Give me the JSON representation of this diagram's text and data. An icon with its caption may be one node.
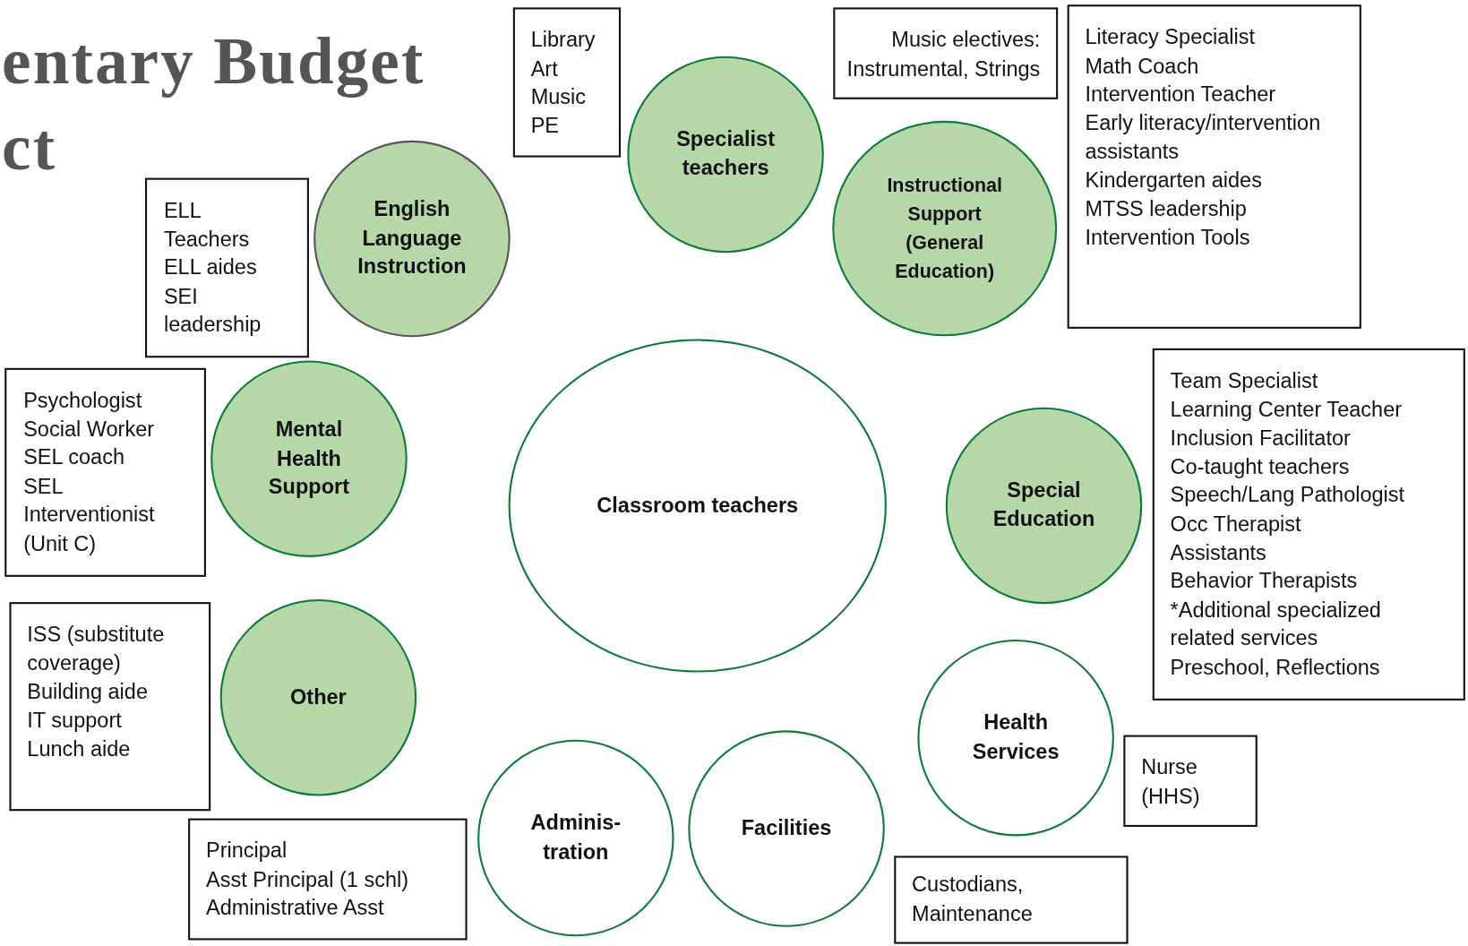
{
  "diagram": {
    "title": "entary Budget ct",
    "nodes": [
      {
        "text": [
          "Library",
          "Art",
          "Music",
          "PE"
        ]
      },
      {
        "text": [
          "Music electives: Instrumental, Strings"
        ]
      },
      {
        "text": [
          "Literacy Specialist",
          "Math Coach",
          "Intervention Teacher",
          "Early literacy/intervention assistants",
          "Kindergarten aides",
          "MTSS leadership",
          "Intervention Tools"
        ]
      },
      {
        "text": [
          "Specialist teachers"
        ]
      },
      {
        "text": [
          "English Language Instruction"
        ]
      },
      {
        "text": [
          "Instructional Support (General Education)"
        ]
      },
      {
        "text": [
          "ELL Teachers",
          "ELL aides",
          "SEI leadership"
        ]
      },
      {
        "text": [
          "Mental Health Support"
        ]
      },
      {
        "text": [
          "Psychologist",
          "Social Worker",
          "SEL coach",
          "SEL Interventionist (Unit C)"
        ]
      },
      {
        "text": [
          "Classroom teachers"
        ]
      },
      {
        "text": [
          "Team Specialist",
          "Learning Center Teacher",
          "Inclusion Facilitator",
          "Co-taught teachers",
          "Speech/Lang Pathologist",
          "Occ Therapist",
          "Assistants",
          "Behavior Therapists",
          "*Additional specialized related services",
          "Preschool, Reflections"
        ]
      },
      {
        "text": [
          "Special Education"
        ]
      },
      {
        "text": [
          "ISS (substitute coverage)",
          "Building aide",
          "IT support",
          "Lunch aide"
        ]
      },
      {
        "text": [
          "Other"
        ]
      },
      {
        "text": [
          "Health Services"
        ]
      },
      {
        "text": [
          "Nurse (HHS)"
        ]
      },
      {
        "text": [
          "Principal",
          "Asst Principal (1 schl)",
          "Administrative Asst"
        ]
      },
      {
        "text": [
          "Adminis- tration"
        ]
      },
      {
        "text": [
          "Facilities"
        ]
      },
      {
        "text": [
          "Custodians, Maintenance"
        ]
      }
    ],
    "edges": []
  }
}
